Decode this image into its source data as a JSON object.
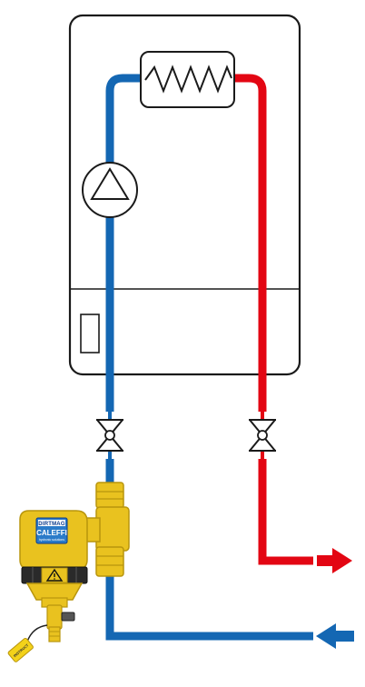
{
  "diagram": {
    "colors": {
      "outline": "#1a1a1a",
      "flow_hot": "#e30613",
      "return_cold": "#1467b3",
      "brass": "#e9c21f",
      "brass_dark": "#b8950d",
      "badge_blue": "#2b7bc9",
      "white": "#ffffff"
    },
    "icons": {
      "heat_exchanger": "zigzag-coil-icon",
      "pump": "pump-triangle-icon",
      "valve": "bowtie-valve-icon",
      "flow_arrow": "arrow-right-icon",
      "return_arrow": "arrow-left-icon",
      "warning": "warning-triangle-icon"
    },
    "separator": {
      "brand_top": "DIRTMAG",
      "brand_main": "CALEFFI",
      "brand_sub": "hydronic solutions",
      "tag": "INSTRUCT"
    }
  }
}
